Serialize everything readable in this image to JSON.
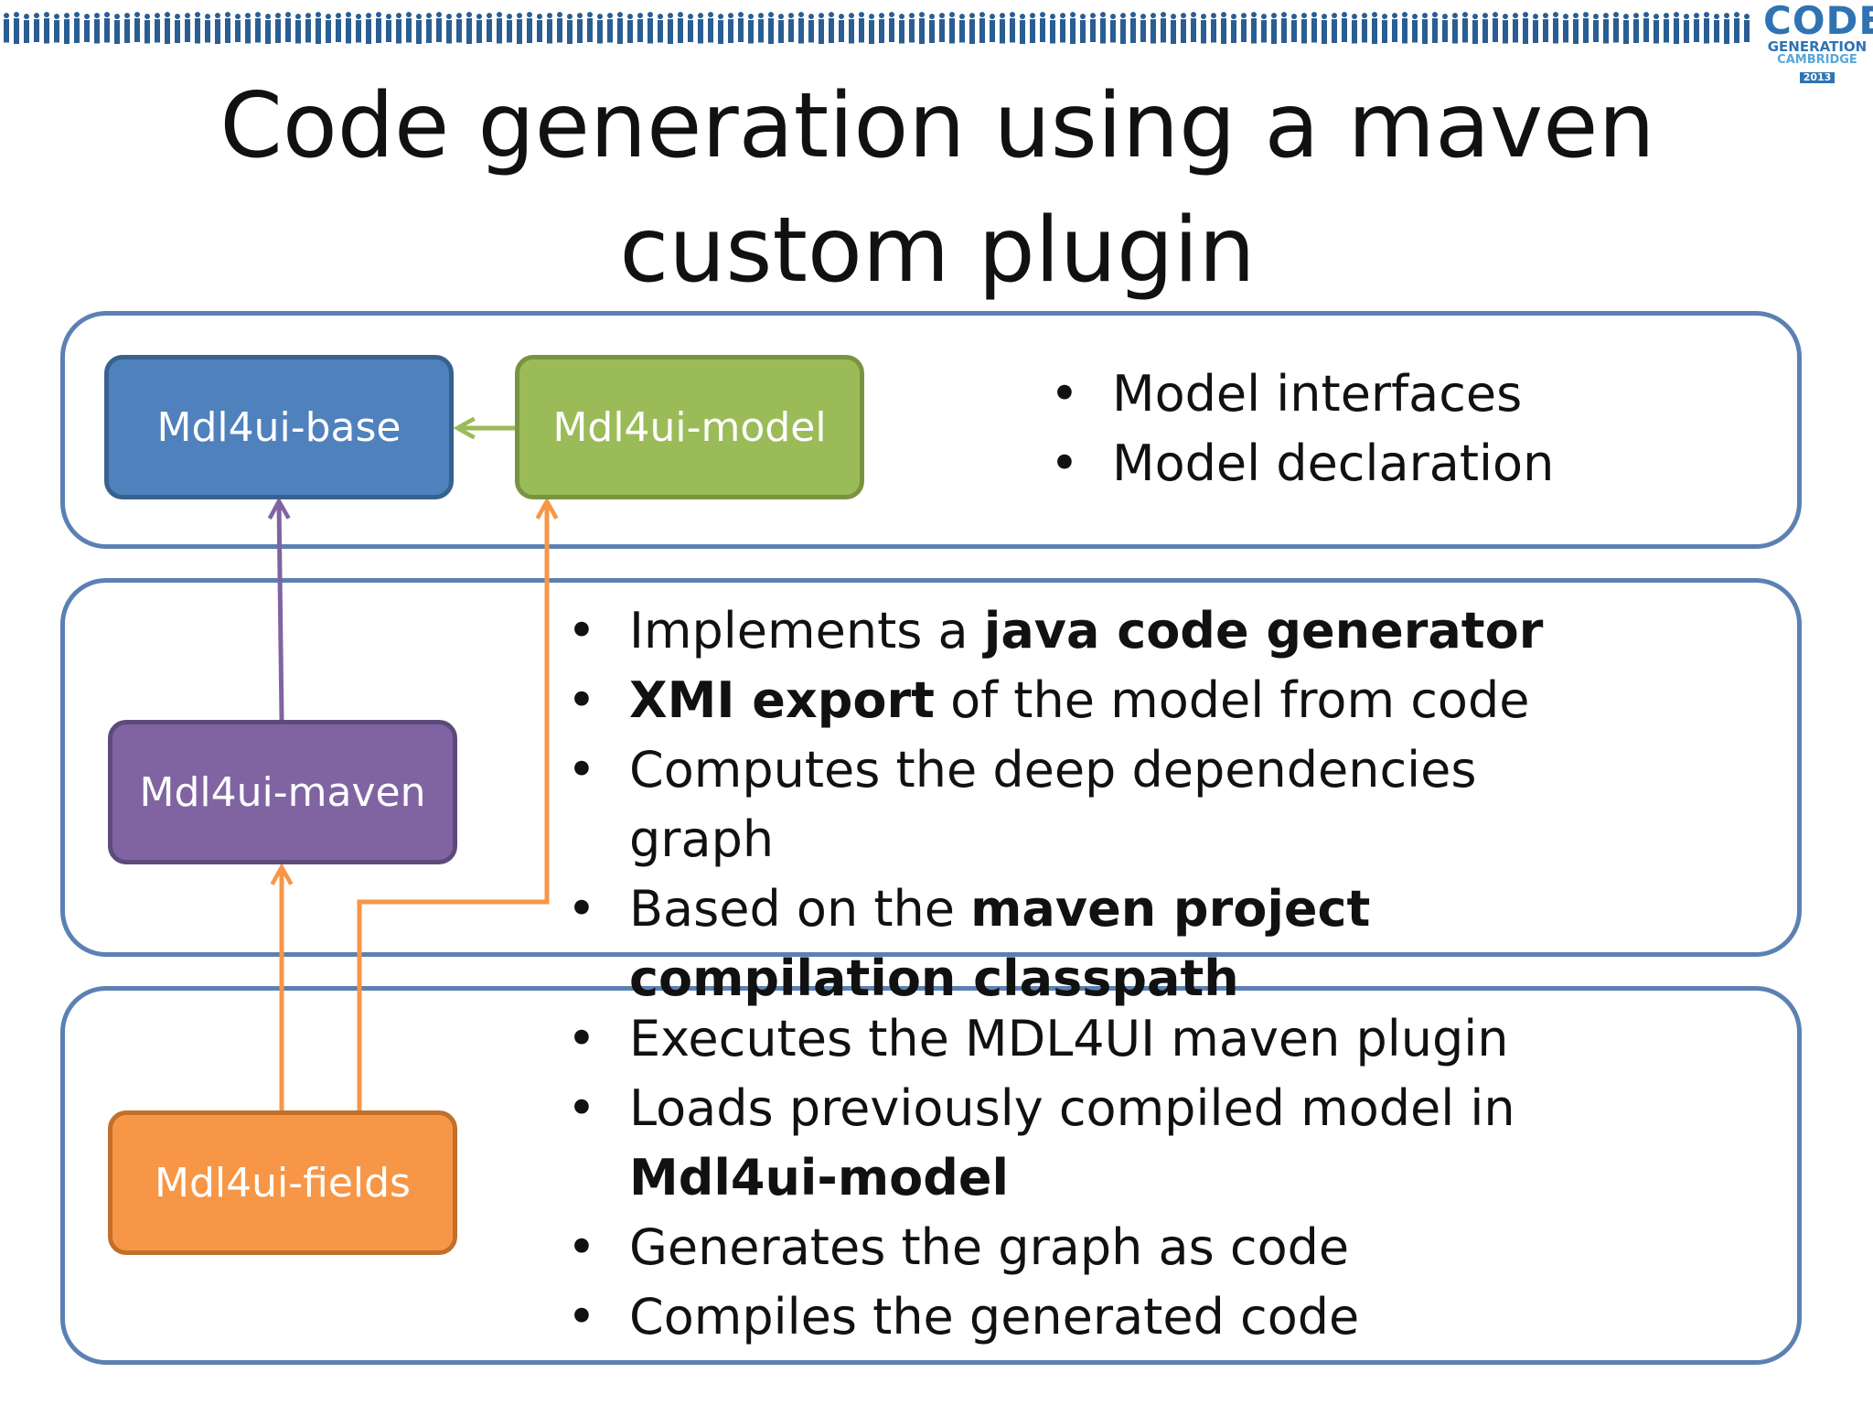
{
  "title": "Code generation using a maven custom plugin",
  "logo": {
    "line1": "CODE",
    "line2": "GENERATION",
    "line3": "CAMBRIDGE",
    "line4": "2013"
  },
  "colors": {
    "panel_border": "#5b81b3",
    "base": "#4f81bd",
    "model": "#9bbb59",
    "maven": "#8064a2",
    "fields": "#f79646",
    "arrow_green": "#9bbb59",
    "arrow_purple": "#8064a2",
    "arrow_orange": "#f79646"
  },
  "nodes": {
    "base": "Mdl4ui-base",
    "model": "Mdl4ui-model",
    "maven": "Mdl4ui-maven",
    "fields": "Mdl4ui-fields"
  },
  "edges": [
    {
      "from": "Mdl4ui-model",
      "to": "Mdl4ui-base"
    },
    {
      "from": "Mdl4ui-maven",
      "to": "Mdl4ui-base"
    },
    {
      "from": "Mdl4ui-fields",
      "to": "Mdl4ui-maven"
    },
    {
      "from": "Mdl4ui-fields",
      "to": "Mdl4ui-model"
    }
  ],
  "panels": {
    "top": {
      "bullets": [
        [
          {
            "t": "Model interfaces"
          }
        ],
        [
          {
            "t": "Model declaration"
          }
        ]
      ]
    },
    "middle": {
      "bullets": [
        [
          {
            "t": "Implements a "
          },
          {
            "t": "java code generator",
            "b": true
          }
        ],
        [
          {
            "t": "XMI export",
            "b": true
          },
          {
            "t": " of the model from code"
          }
        ],
        [
          {
            "t": "Computes the deep dependencies graph"
          }
        ],
        [
          {
            "t": "Based on the "
          },
          {
            "t": "maven project compilation classpath",
            "b": true
          }
        ]
      ]
    },
    "bottom": {
      "bullets": [
        [
          {
            "t": "Executes the MDL4UI maven plugin"
          }
        ],
        [
          {
            "t": "Loads previously compiled model in "
          },
          {
            "t": "Mdl4ui-model",
            "b": true
          }
        ],
        [
          {
            "t": "Generates the graph as code"
          }
        ],
        [
          {
            "t": "Compiles the generated code"
          }
        ]
      ]
    }
  }
}
